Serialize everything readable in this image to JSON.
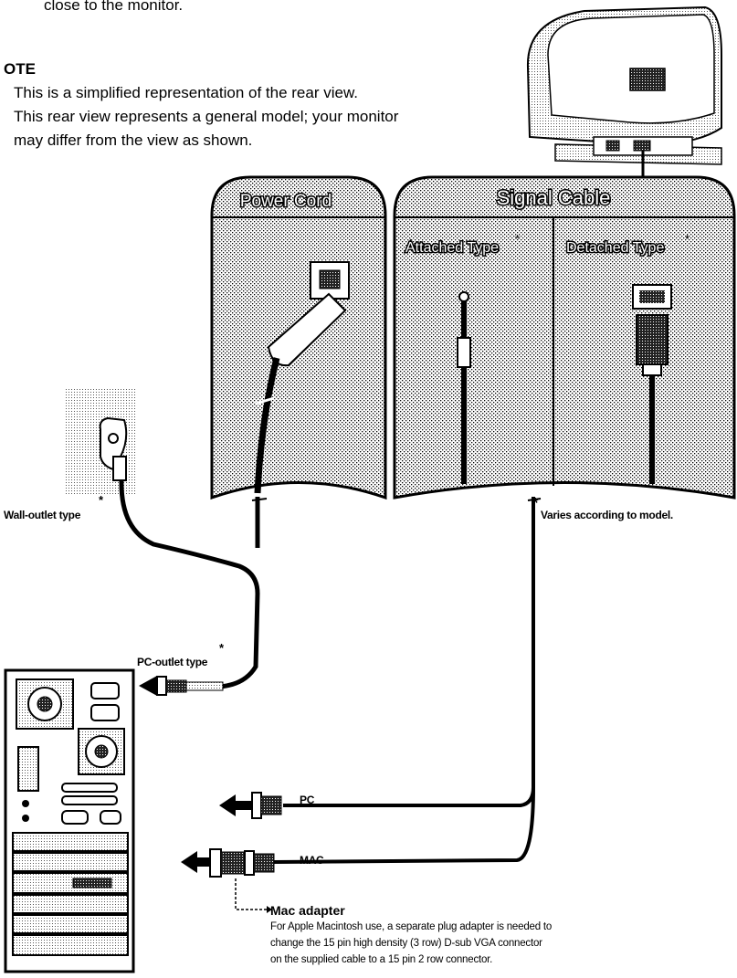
{
  "intro": {
    "top_line": "close to the monitor."
  },
  "note": {
    "heading": "OTE",
    "lines": [
      "This is a simplified representation of the rear view.",
      "This rear view represents a general model; your monitor",
      "may differ from the view as shown."
    ]
  },
  "panels": {
    "power_cord_title": "Power Cord",
    "signal_cable_title": "Signal Cable",
    "attached_type": "Attached Type",
    "detached_type": "Detached Type",
    "asterisk": "*"
  },
  "labels": {
    "wall_outlet": "Wall-outlet type",
    "varies": "Varies according to model.",
    "pc_outlet": "PC-outlet type",
    "pc": "PC",
    "mac": "MAC"
  },
  "mac_adapter": {
    "title": "Mac adapter",
    "lines": [
      "For Apple Macintosh use, a separate plug adapter is needed to",
      "change the 15 pin high density (3 row) D-sub VGA connector",
      "on the supplied cable to a 15 pin 2 row connector."
    ]
  }
}
